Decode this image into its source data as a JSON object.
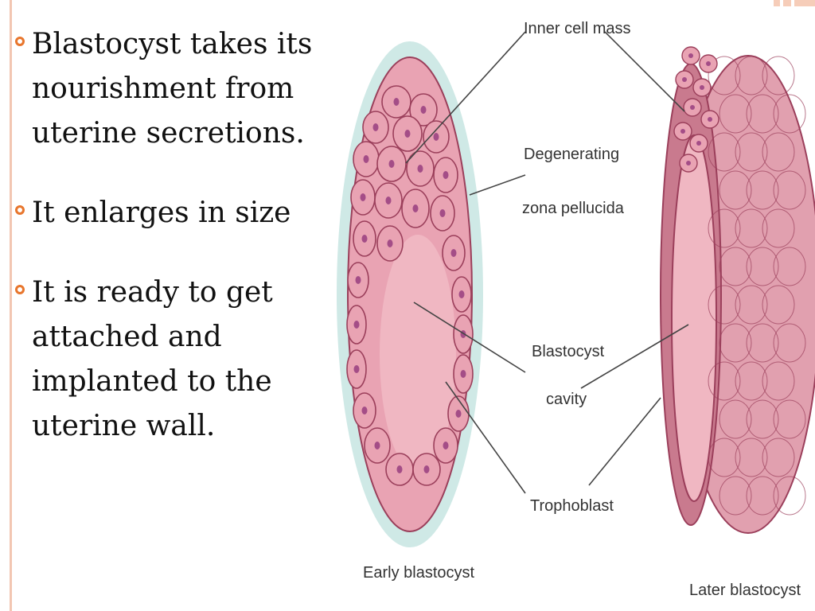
{
  "bullets": [
    "Blastocyst takes its nourishment from uterine secretions.",
    "It enlarges in size",
    "It is ready to get attached and implanted to the uterine wall."
  ],
  "figure": {
    "labels": {
      "inner_cell_mass": "Inner cell mass",
      "degenerating_1": "Degenerating",
      "degenerating_2": "zona pellucida",
      "cavity_1": "Blastocyst",
      "cavity_2": "cavity",
      "trophoblast": "Trophoblast",
      "early": "Early blastocyst",
      "later": "Later blastocyst"
    },
    "colors": {
      "zona": "#cfe9e6",
      "cell_fill": "#e9a3b3",
      "cell_stroke": "#9b3f5b",
      "cavity": "#f0b7c2",
      "nucleus": "#a44d87",
      "later_outer": "#e1a0af",
      "later_inner": "#c97a8e"
    }
  }
}
